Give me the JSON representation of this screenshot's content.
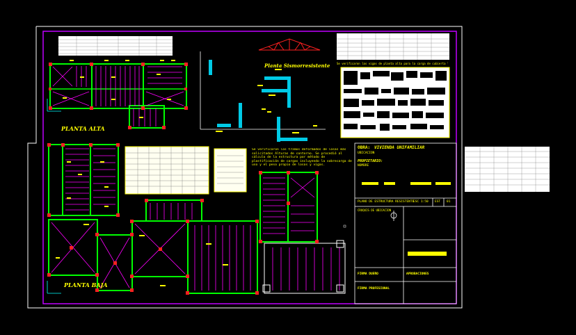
{
  "colors": {
    "background": "#000000",
    "sheet_border": "#ffffff",
    "frame": "#c000ff",
    "beam": "#00ff00",
    "joist": "#ff00ff",
    "text": "#ffff00",
    "column": "#ff0000",
    "axis": "#00ffff",
    "truss": "#ff2020"
  },
  "labels": {
    "planta_alta": "PLANTA ALTA",
    "planta_baja": "PLANTA BAJA",
    "planta_sismorresistente": "Planta Sismorresistente"
  },
  "note": {
    "text": "Se verificaron los tramos deformados de losas más solicitados Alturas de contorno. Se procedió al cálculo de la estructura por método de plastificación de cargas incluyendo la sobrecarga de uso y el peso propio de losas y vigas.",
    "upper_note": "Se verificaron las vigas de planta alta para la carga de cubierta liviana de chapa"
  },
  "title_block": {
    "obra_label": "OBRA:",
    "obra_value": "VIVIENDA UNIFAMILIAR",
    "ubicacion": "UBICACION",
    "propietario": "PROPIETARIO:",
    "nombre": "NOMBRE",
    "plano_label": "PLANO DE ESTRUCTURA RESISTENTE",
    "escala": "ESC 1:50",
    "lamina": "EST",
    "num": "01",
    "firma_dueno": "FIRMA DUEÑO",
    "firma_profesional": "FIRMA PROFESIONAL",
    "aprobaciones": "APROBACIONES",
    "croquis": "CROQUIS DE UBICACION"
  }
}
